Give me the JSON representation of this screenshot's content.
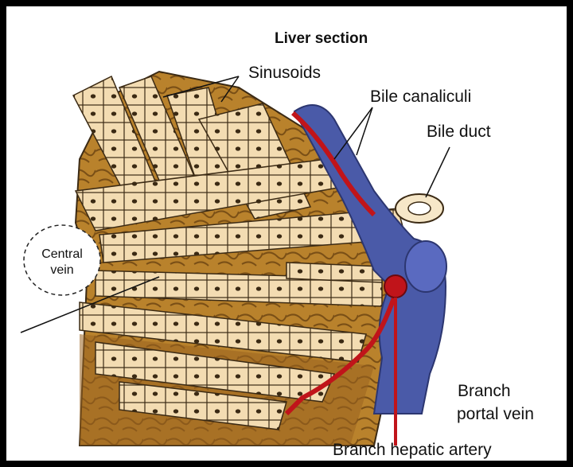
{
  "diagram": {
    "title": "Liver section",
    "labels": {
      "sinusoids": "Sinusoids",
      "bile_canaliculi": "Bile canaliculi",
      "bile_duct": "Bile duct",
      "central_vein_line1": "Central",
      "central_vein_line2": "vein",
      "branch_portal_vein_line1": "Branch",
      "branch_portal_vein_line2": "portal vein",
      "branch_hepatic_artery": "Branch hepatic artery"
    },
    "colors": {
      "frame": "#000000",
      "hepatocyte_fill": "#f3dcb2",
      "hepatocyte_stroke": "#3b2a14",
      "tissue_brown": "#b9822c",
      "tissue_dark": "#7a4f16",
      "portal_vein": "#4a5aa8",
      "hepatic_artery": "#c0141a",
      "bile_duct_fill": "#f6e7c8"
    }
  }
}
